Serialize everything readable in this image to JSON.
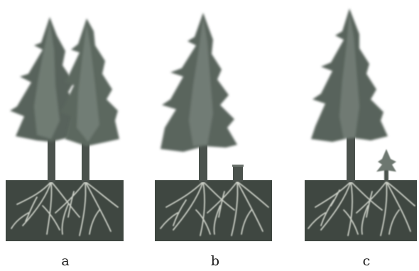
{
  "panels": [
    {
      "label": "a"
    },
    {
      "label": "b"
    },
    {
      "label": "c"
    }
  ],
  "colors": {
    "background": "#ffffff",
    "soil": "#3f4741",
    "foliage_dark": "#4f5a52",
    "foliage_light": "#8f9a92",
    "trunk": "#4b524d",
    "roots": "#c9cdc4",
    "label": "#1a1a1a"
  }
}
